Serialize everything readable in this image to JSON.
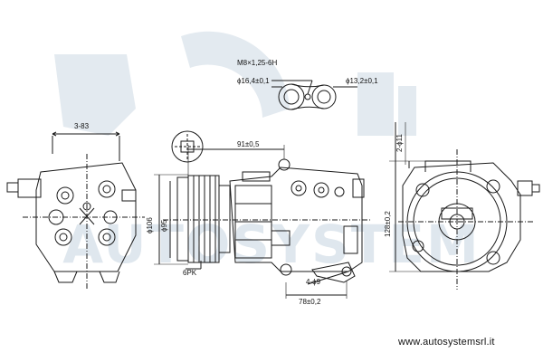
{
  "watermark": "AUTOSYSTEM",
  "website": "www.autosystemsrl.it",
  "fitting": {
    "thread": "M8×1,25-6H",
    "dia_left": "ϕ16,4±0,1",
    "dia_right": "ϕ13,2±0,1"
  },
  "dimensions": {
    "left_offset": "3-83",
    "pulley_offset": "91±0,5",
    "pulley_dia_outer": "ϕ106",
    "pulley_dia_inner": "ϕ95",
    "belt": "6PK",
    "holes": "4-ϕ9",
    "mount_width": "78±0,2",
    "height": "128±0,2",
    "right_top": "2-ϕ11"
  },
  "colors": {
    "line": "#1a1a1a",
    "watermark": "#dfe7ee"
  }
}
